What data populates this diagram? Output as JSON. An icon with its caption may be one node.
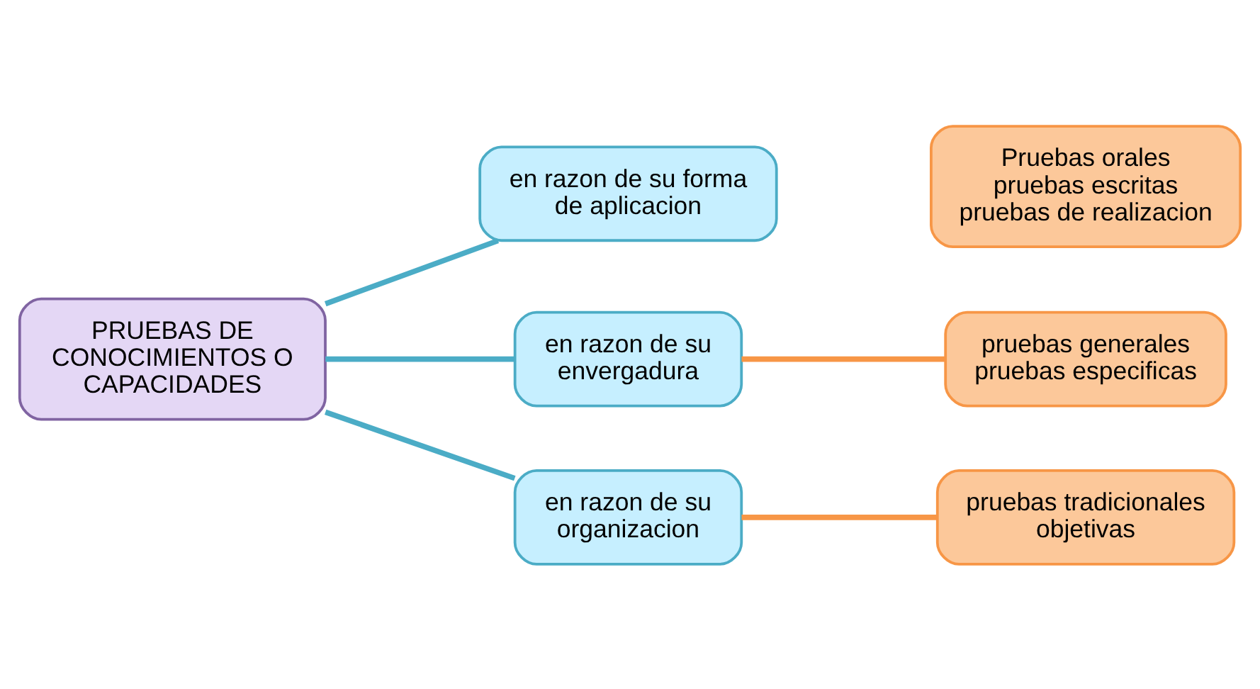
{
  "diagram": {
    "nodes": [
      {
        "text": [
          "PRUEBAS DE CONOCIMIENTOS O CAPACIDADES"
        ]
      },
      {
        "text": [
          "en razon de su forma de aplicacion"
        ]
      },
      {
        "text": [
          "Pruebas orales",
          "pruebas escritas",
          "pruebas de realizacion"
        ]
      },
      {
        "text": [
          "en razon de su envergadura"
        ]
      },
      {
        "text": [
          "pruebas generales",
          "pruebas especificas"
        ]
      },
      {
        "text": [
          "en razon de su organizacion"
        ]
      },
      {
        "text": [
          "pruebas tradicionales",
          "objetivas"
        ]
      }
    ],
    "edges": [
      {
        "from": 0,
        "to": 1,
        "arrow": "none"
      },
      {
        "from": 0,
        "to": 3,
        "arrow": "none"
      },
      {
        "from": 0,
        "to": 5,
        "arrow": "none"
      },
      {
        "from": 3,
        "to": 4,
        "arrow": "none",
        "color": "#f79646"
      },
      {
        "from": 5,
        "to": 6,
        "arrow": "none",
        "color": "#f79646"
      }
    ]
  }
}
